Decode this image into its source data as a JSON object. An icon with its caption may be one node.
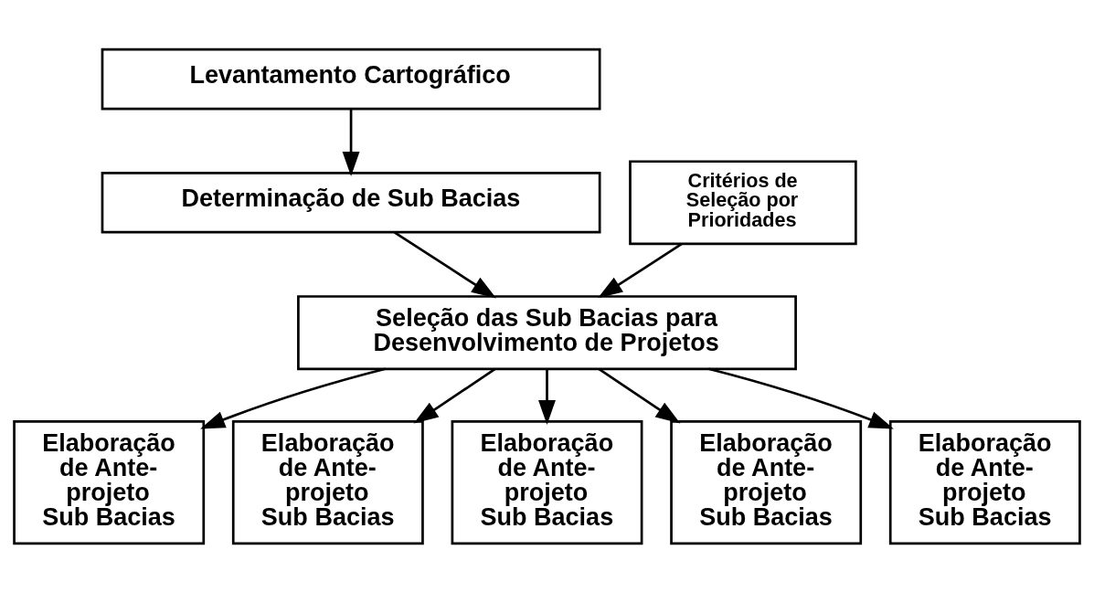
{
  "diagram": {
    "nodes": [
      {
        "text": [
          "Levantamento Cartográfico"
        ]
      },
      {
        "text": [
          "Determinação de Sub Bacias"
        ]
      },
      {
        "text": [
          "Seleção das Sub Bacias para Desenvolvimento de Projetos"
        ]
      },
      {
        "text": [
          "Critérios de Seleção por Prioridades"
        ]
      },
      {
        "text": [
          "Elaboração de Ante- projeto Sub Bacias"
        ]
      },
      {
        "text": [
          "Elaboração de Ante- projeto Sub Bacias"
        ]
      },
      {
        "text": [
          "Elaboração de Ante- projeto Sub Bacias"
        ]
      },
      {
        "text": [
          "Elaboração de Ante- projeto Sub Bacias"
        ]
      },
      {
        "text": [
          "Elaboração de Ante- projeto Sub Bacias"
        ]
      }
    ],
    "edges": [
      {
        "from": 0,
        "to": 1,
        "arrow": "to"
      },
      {
        "from": 1,
        "to": 2,
        "arrow": "to"
      },
      {
        "from": 3,
        "to": 2,
        "arrow": "to"
      },
      {
        "from": 2,
        "to": 4,
        "arrow": "to"
      },
      {
        "from": 2,
        "to": 5,
        "arrow": "to"
      },
      {
        "from": 2,
        "to": 6,
        "arrow": "to"
      },
      {
        "from": 2,
        "to": 7,
        "arrow": "to"
      },
      {
        "from": 2,
        "to": 8,
        "arrow": "to"
      }
    ]
  }
}
